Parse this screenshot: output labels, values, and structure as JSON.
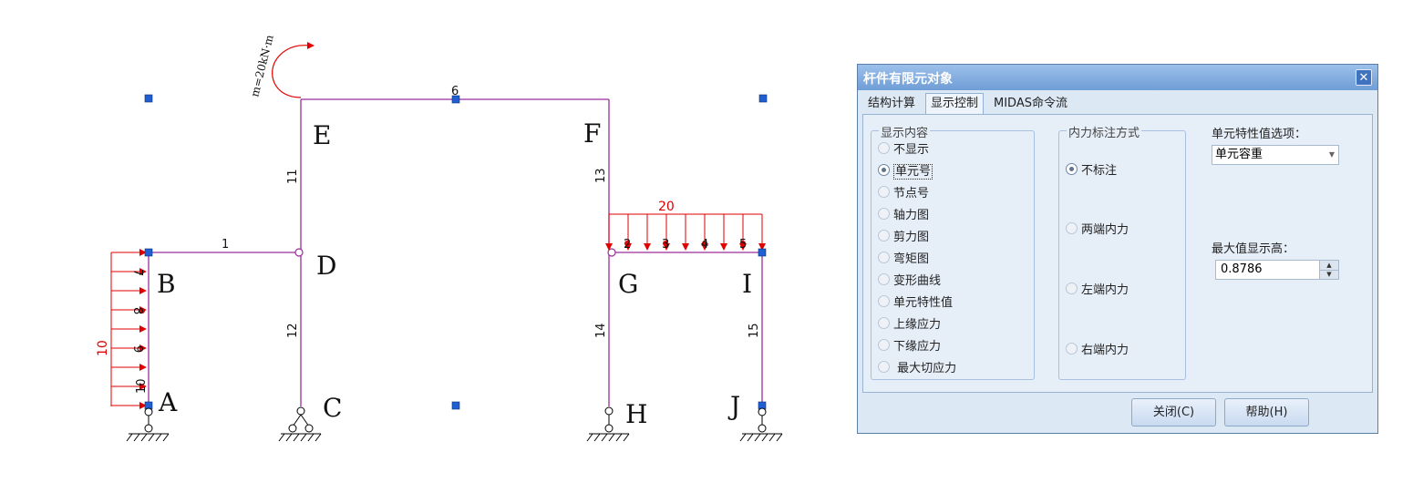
{
  "diagram": {
    "node_labels": [
      "A",
      "B",
      "C",
      "D",
      "E",
      "F",
      "G",
      "H",
      "I",
      "J"
    ],
    "element_labels": [
      "1",
      "2",
      "3",
      "4",
      "5",
      "6",
      "7",
      "8",
      "9",
      "10",
      "11",
      "12",
      "13",
      "14",
      "15"
    ],
    "moment_label": "m=20kN·m",
    "side_load_value": "10",
    "top_load_value": "20"
  },
  "dialog": {
    "title": "杆件有限元对象",
    "close_glyph": "✕",
    "tabs": [
      "结构计算",
      "显示控制",
      "MIDAS命令流"
    ],
    "active_tab": "显示控制",
    "display_group": {
      "legend": "显示内容",
      "options": [
        "不显示",
        "单元号",
        "节点号",
        "轴力图",
        "剪力图",
        "弯矩图",
        "变形曲线",
        "单元特性值",
        "上缘应力",
        "下缘应力",
        " 最大切应力"
      ],
      "selected": "单元号"
    },
    "force_group": {
      "legend": "内力标注方式",
      "options": [
        "不标注",
        "两端内力",
        "左端内力",
        "右端内力"
      ],
      "selected": "不标注"
    },
    "element_prop_label": "单元特性值选项：",
    "element_prop_value": "单元容重",
    "max_height_label": "最大值显示高：",
    "max_height_value": "0.8786",
    "close_button": "关闭(C)",
    "help_button": "帮助(H)"
  },
  "colors": {
    "member": "#9b2d9b",
    "load": "#e00000",
    "node": "#1f5fd1",
    "titlebar": "#7aa6dc"
  }
}
